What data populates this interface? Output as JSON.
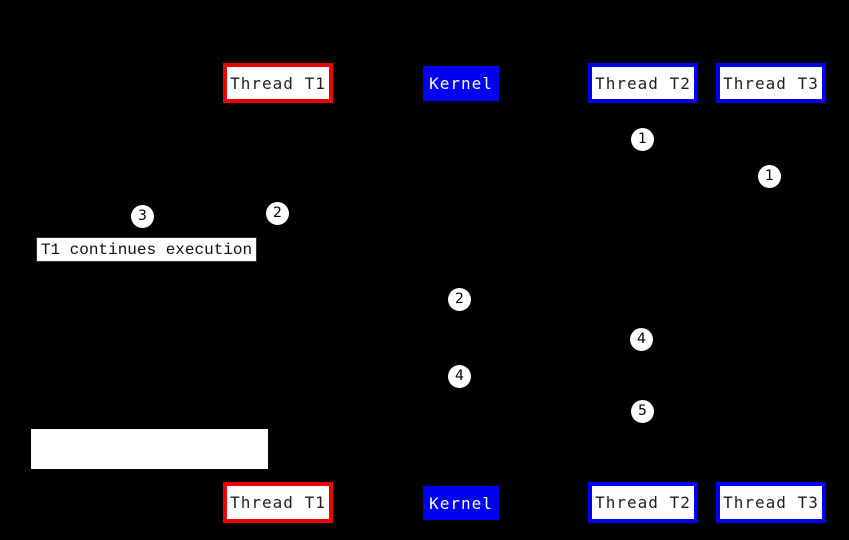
{
  "diagram": {
    "description": "thread-scheduling-sequence-diagram",
    "colors": {
      "background": "#000000",
      "thread_t1_border": "#ee0000",
      "kernel_fill": "#0000f0",
      "thread_t2_t3_border": "#0000ee",
      "box_fill": "#ffffff",
      "box_text": "#1f1f1f",
      "kernel_text": "#ffffff",
      "marker_fill": "#ffffff",
      "marker_text": "#000000"
    },
    "boxes": {
      "top": [
        {
          "label": "Thread T1"
        },
        {
          "label": "Kernel"
        },
        {
          "label": "Thread T2"
        },
        {
          "label": "Thread T3"
        }
      ],
      "bottom": [
        {
          "label": "Thread T1"
        },
        {
          "label": "Kernel"
        },
        {
          "label": "Thread T2"
        },
        {
          "label": "Thread T3"
        }
      ]
    },
    "markers": [
      {
        "n": "1"
      },
      {
        "n": "1"
      },
      {
        "n": "2"
      },
      {
        "n": "3"
      },
      {
        "n": "2"
      },
      {
        "n": "4"
      },
      {
        "n": "4"
      },
      {
        "n": "5"
      }
    ],
    "annotations": {
      "note": "T1 continues execution"
    }
  }
}
